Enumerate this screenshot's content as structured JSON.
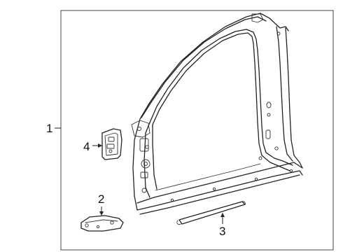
{
  "callouts": {
    "c1": "1",
    "c2": "2",
    "c3": "3",
    "c4": "4"
  },
  "parts": [
    {
      "ref": "1",
      "icon": "bodyside-frame-assembly"
    },
    {
      "ref": "2",
      "icon": "rocker-bracket"
    },
    {
      "ref": "3",
      "icon": "rocker-reinforcement-rod"
    },
    {
      "ref": "4",
      "icon": "hinge-pillar-reinforcement"
    }
  ]
}
